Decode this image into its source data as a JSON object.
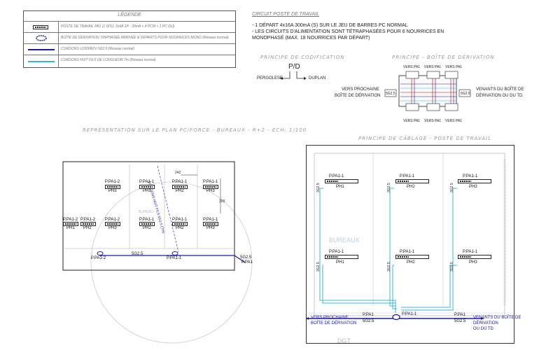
{
  "legend": {
    "title": "LÉGENDE",
    "rows": [
      {
        "text": "POSTE DE TRAVAIL PA1 (1 DISJ. 2x6A 1P - 30mA + 4 PCM + 1 PC DIJ)"
      },
      {
        "text": "BOÎTE DE DÉRIVATION TRIPHASÉE ARRIVÉE & DÉPARTS POUR NOURRICES MONO (Réseau normal)"
      },
      {
        "text": "CORDONS U1000R2V 5G2.5 (Réseau normal)"
      },
      {
        "text": "CORDONS HUIT FILS DE LONGUEUR 7m (Réseau normal)"
      }
    ]
  },
  "circuit": {
    "title": "CIRCUIT POSTE DE TRAVAIL",
    "lines": [
      "- 1 DÉPART 4x16A 300mA (S) SUR LE JEU DE BARRES PC NORMAL",
      "- LES CIRCUITS D'ALIMENTATION SONT TÉTRAPHASÉES POUR 6 NOURRICES EN",
      "MONOPHASÉ (MAX. 18 NOURRICES PAR DÉPART)"
    ]
  },
  "coding": {
    "title": "PRINCIPE DE CODIFICATION",
    "pd": "P/D",
    "left": "PERGOLESE",
    "right": "DUPLAN"
  },
  "derivation": {
    "title": "PRINCIPE - BOÎTE DE DÉRIVATION",
    "vers_pa1": "VERS PA1",
    "left_label": [
      "VERS PROCHAINE",
      "BOÎTE DE DÉRIVATION"
    ],
    "right_label": [
      "VENANTS DU BOÎTE DE",
      "DÉRIVATION OU DU TD"
    ],
    "g1": "5G2.5"
  },
  "plan": {
    "title": "REPRÉSENTATION SUR LE PLAN PC/FORCE - BUREAUX - R+2 - ECH: 1/100",
    "dim": "242",
    "dim_v": "300",
    "cable_label": "5G2.5",
    "pa1_2": "P.PA1-2",
    "pa1_1": "P.PA1-1",
    "pa1": "P.PA1",
    "cable_end": "5G2.5",
    "diag": "CORDONS HUIT FILS 5G1.5 (7m)",
    "bureau": "BUREAU",
    "posts": [
      {
        "label": "P.PA1-2",
        "ph": "PH3"
      },
      {
        "label": "P.PA1-1",
        "ph": "PH1"
      },
      {
        "label": "P.PA1-1",
        "ph": "PH2"
      },
      {
        "label": "P.PA1-1",
        "ph": "PH3"
      },
      {
        "label": "P.PA1-2",
        "ph": "PH1"
      },
      {
        "label": "P.PA1-2",
        "ph": "PH2"
      },
      {
        "label": "P.PA1-2",
        "ph": "PH3"
      },
      {
        "label": "P.PA1-1",
        "ph": "PH1"
      },
      {
        "label": "P.PA1-1",
        "ph": "PH2"
      },
      {
        "label": "P.PA1-1",
        "ph": "PH3"
      }
    ]
  },
  "cabling": {
    "title": "PRINCIPE DE CÂBLAGE - POSTE DE TRAVAIL",
    "bureaux": "BUREAUX",
    "dgt": "DGT",
    "pa": "P.PA1-1",
    "pa_bottom": "P.PA1",
    "g_left": "5G2.5",
    "g_right": "5G2.5",
    "vertical_g": "3G2.5",
    "left_label": [
      "VERS PROCHAINE",
      "BOÎTE DE DÉRIVATION"
    ],
    "right_label": [
      "VENANTS DU BOÎTE DE",
      "DÉRIVATION",
      "OU DU TD"
    ],
    "posts": [
      {
        "label": "P.PA1-1",
        "ph": "PH1"
      },
      {
        "label": "P.PA1-1",
        "ph": "PH2"
      },
      {
        "label": "P.PA1-1",
        "ph": "PH3"
      },
      {
        "label": "P.PA1-1",
        "ph": "PH1"
      },
      {
        "label": "P.PA1-1",
        "ph": "PH2"
      },
      {
        "label": "P.PA1-1",
        "ph": "PH3"
      }
    ]
  }
}
